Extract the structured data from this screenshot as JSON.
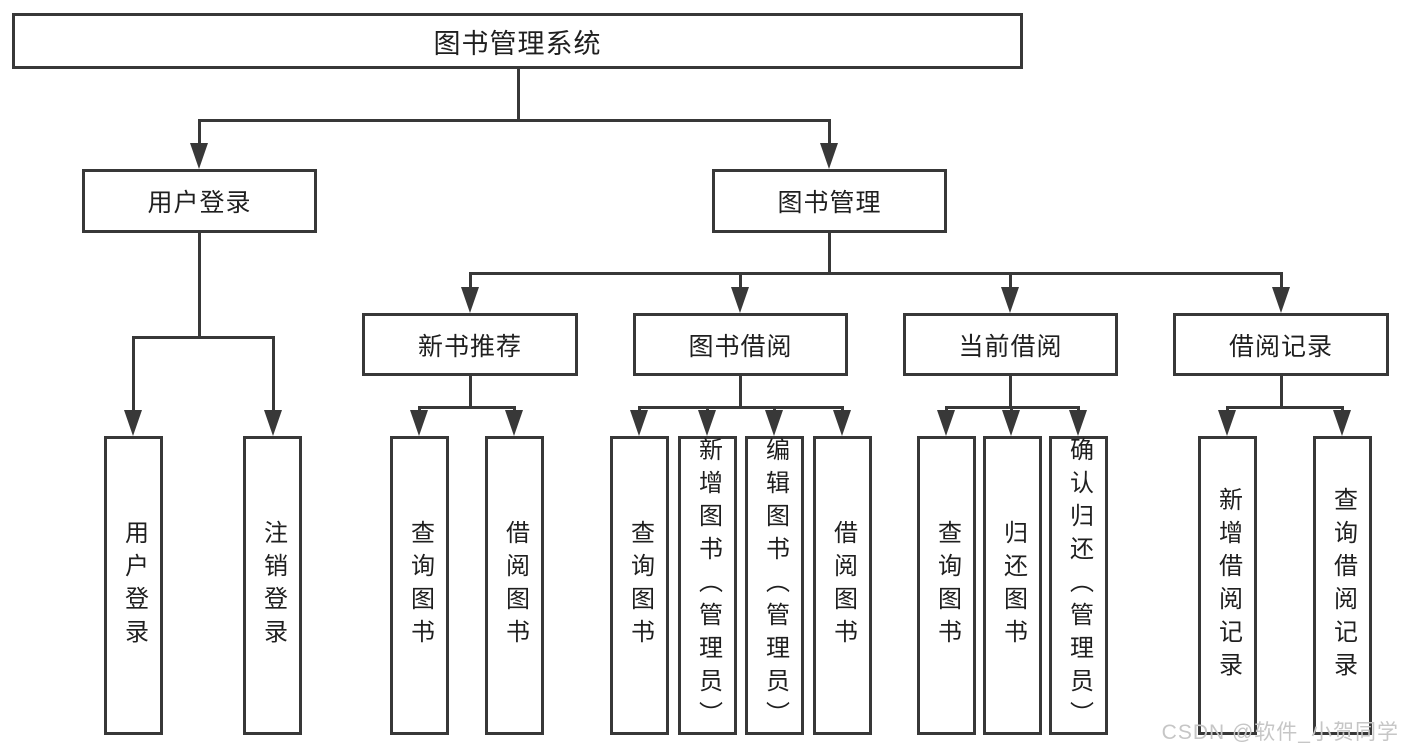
{
  "tree": {
    "root": {
      "label": "图书管理系统",
      "children": [
        {
          "label": "用户登录",
          "children": [
            {
              "label": "用户登录"
            },
            {
              "label": "注销登录"
            }
          ]
        },
        {
          "label": "图书管理",
          "children": [
            {
              "label": "新书推荐",
              "children": [
                {
                  "label": "查询图书"
                },
                {
                  "label": "借阅图书"
                }
              ]
            },
            {
              "label": "图书借阅",
              "children": [
                {
                  "label": "查询图书"
                },
                {
                  "label": "新增图书（管理员）"
                },
                {
                  "label": "编辑图书（管理员）"
                },
                {
                  "label": "借阅图书"
                }
              ]
            },
            {
              "label": "当前借阅",
              "children": [
                {
                  "label": "查询图书"
                },
                {
                  "label": "归还图书"
                },
                {
                  "label": "确认归还（管理员）"
                }
              ]
            },
            {
              "label": "借阅记录",
              "children": [
                {
                  "label": "新增借阅记录"
                },
                {
                  "label": "查询借阅记录"
                }
              ]
            }
          ]
        }
      ]
    }
  },
  "watermark": {
    "text": "CSDN @软件_小贺同学"
  },
  "colors": {
    "line": "#383838",
    "box_border": "#383838",
    "box_fill": "#ffffff",
    "text": "#1f1f1f",
    "watermark": "#c6c6c6",
    "background": "#ffffff"
  }
}
